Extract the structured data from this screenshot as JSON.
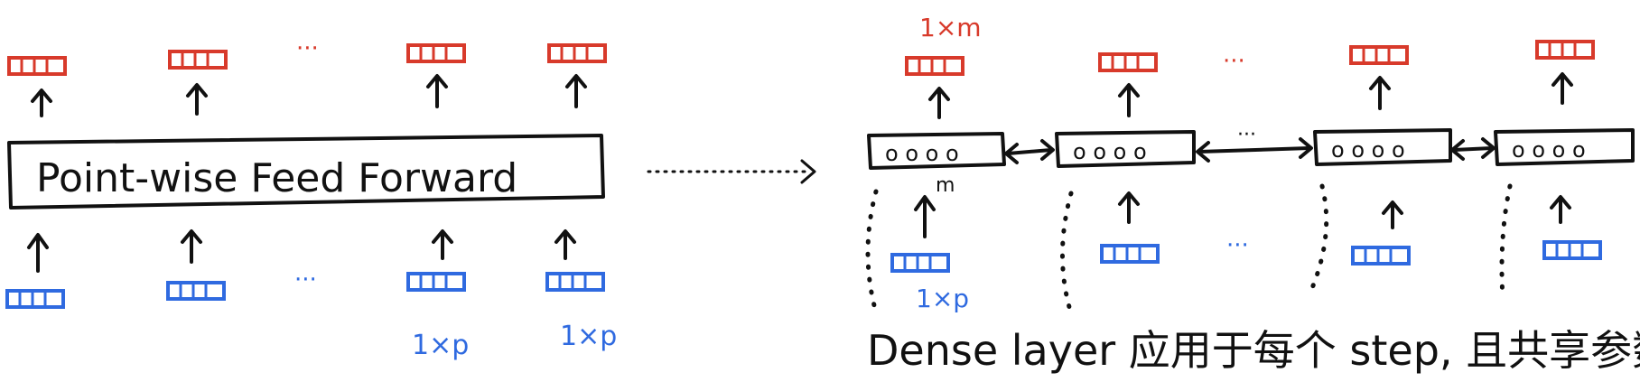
{
  "colors": {
    "ink": "#111111",
    "output": "#d83a2b",
    "input": "#2f6ae0"
  },
  "left_panel": {
    "ffn_label": "Point-wise Feed Forward",
    "ellipsis": "···",
    "input_dim_labels": [
      "1×p",
      "1×p"
    ]
  },
  "right_panel": {
    "output_dim_label": "1×m",
    "hidden_dim_label": "m",
    "input_dim_label": "1×p",
    "neuron_glyphs": "o o o o",
    "connector_ellipsis": "···",
    "caption": "Dense layer 应用于每个 step, 且共享参数."
  },
  "arrow_between_panels": "dotted-right-arrow-icon"
}
